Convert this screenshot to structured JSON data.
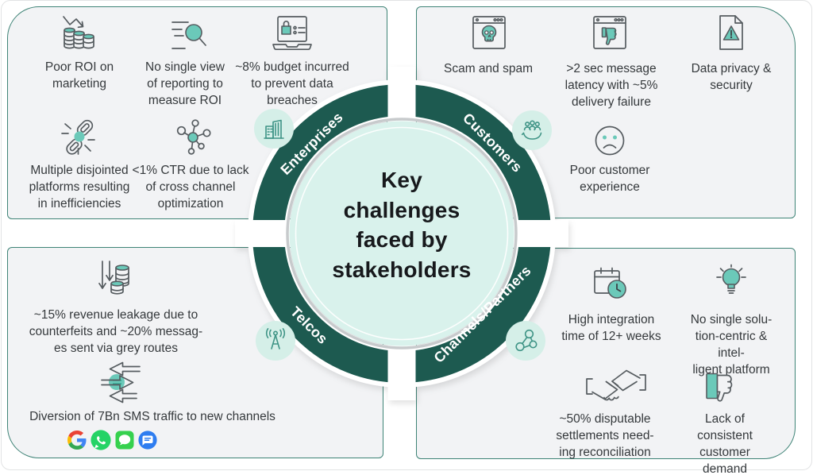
{
  "center": {
    "title": "Key\nchallenges\nfaced by\nstakeholders"
  },
  "colors": {
    "ring": "#1d5a50",
    "mint": "#d9f2ec",
    "panel_border": "#3e8376",
    "panel_bg": "#f2f3f5",
    "accent": "#6bc9b9"
  },
  "quadrants": {
    "enterprises": {
      "label": "Enterprises",
      "hub_icon": "buildings-icon",
      "items": [
        {
          "icon": "coins-decline-icon",
          "label": "Poor ROI on\nmarketing"
        },
        {
          "icon": "search-report-icon",
          "label": "No single view\nof reporting to\nmeasure ROI"
        },
        {
          "icon": "laptop-lock-icon",
          "label": "~8% budget incurred\nto prevent data\nbreaches"
        },
        {
          "icon": "broken-chain-icon",
          "label": "Multiple disjointed\nplatforms resulting\nin inefficiencies"
        },
        {
          "icon": "network-nodes-icon",
          "label": "<1% CTR due to lack\nof cross channel\noptimization"
        }
      ]
    },
    "customers": {
      "label": "Customers",
      "hub_icon": "people-hand-icon",
      "items": [
        {
          "icon": "browser-skull-icon",
          "label": "Scam and spam"
        },
        {
          "icon": "browser-thumbs-down-icon",
          "label": ">2 sec message\nlatency with ~5%\ndelivery failure"
        },
        {
          "icon": "warning-document-icon",
          "label": "Data privacy &\nsecurity"
        },
        {
          "icon": "sad-face-icon",
          "label": "Poor customer\nexperience"
        }
      ]
    },
    "telcos": {
      "label": "Telcos",
      "hub_icon": "radio-tower-icon",
      "items": [
        {
          "icon": "revenue-leakage-icon",
          "label": "~15% revenue leakage due to\ncounterfeits and ~20% messag-\nes sent via grey routes"
        },
        {
          "icon": "diversion-arrows-icon",
          "label": "Diversion of 7Bn SMS traffic to new channels"
        }
      ],
      "app_icons": [
        "google-icon",
        "whatsapp-icon",
        "messages-icon",
        "chat-icon"
      ]
    },
    "channels_partners": {
      "label": "Channels/Partners",
      "hub_icon": "molecule-icon",
      "items": [
        {
          "icon": "calendar-clock-icon",
          "label": "High integration\ntime of 12+ weeks"
        },
        {
          "icon": "lightbulb-icon",
          "label": "No single solu-\ntion-centric & intel-\nligent platform"
        },
        {
          "icon": "handshake-icon",
          "label": "~50% disputable\nsettlements need-\ning reconciliation"
        },
        {
          "icon": "thumbs-down-icon",
          "label": "Lack of consistent\ncustomer demand"
        }
      ]
    }
  }
}
